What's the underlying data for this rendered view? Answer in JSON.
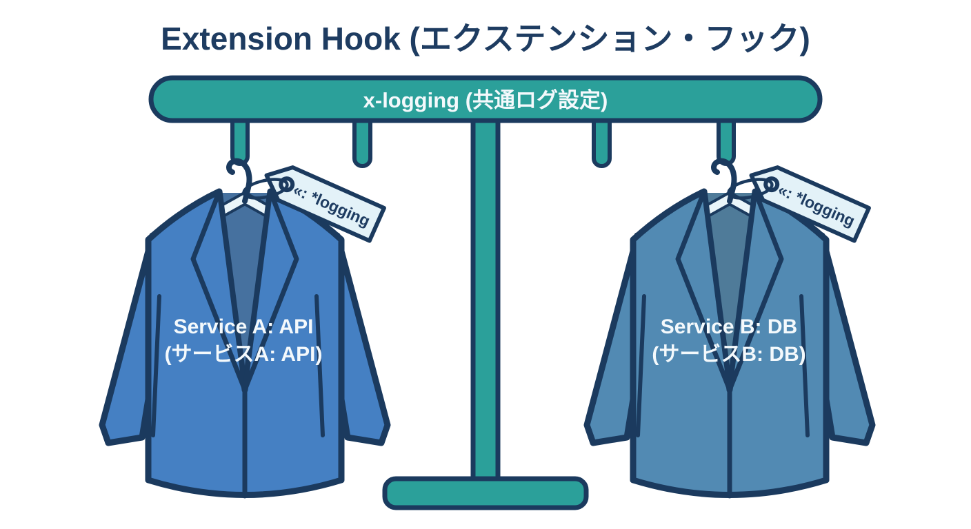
{
  "title": "Extension Hook (エクステンション・フック)",
  "rack": {
    "bar_label": "x-logging (共通ログ設定)"
  },
  "coats": {
    "left": {
      "label_line1": "Service A: API",
      "label_line2": "(サービスA: API)",
      "tag_label": "«: *logging"
    },
    "right": {
      "label_line1": "Service B: DB",
      "label_line2": "(サービスB: DB)",
      "tag_label": "«: *logging"
    }
  },
  "colors": {
    "title_navy": "#1e3c61",
    "outline_navy": "#1b3a5e",
    "teal": "#2ba09a",
    "coat_left": "#4580c3",
    "coat_left_inner": "#46719f",
    "coat_right": "#528ab3",
    "coat_right_inner": "#4f7b99",
    "tag_fill": "#e3f2f8",
    "hanger_fill": "#eaf5f9",
    "label_white": "#f4f9fc"
  }
}
